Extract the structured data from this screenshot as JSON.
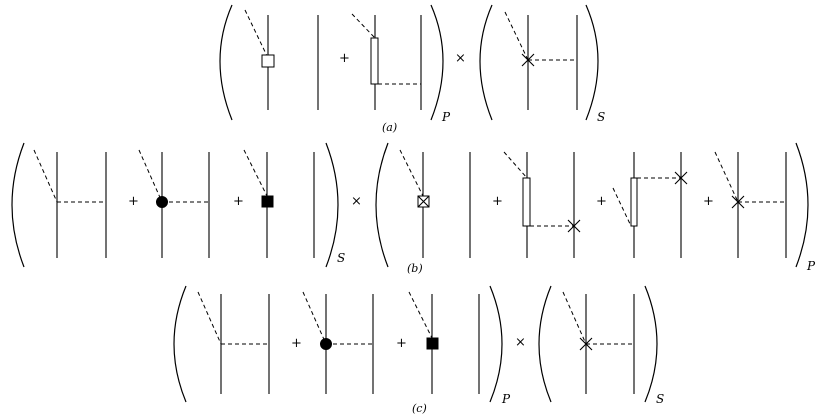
{
  "symbols": {
    "plus": "+",
    "times": "×"
  },
  "subscripts": {
    "P": "P",
    "S": "S"
  },
  "captions": {
    "a": "(a)",
    "b": "(b)",
    "c": "(c)"
  }
}
